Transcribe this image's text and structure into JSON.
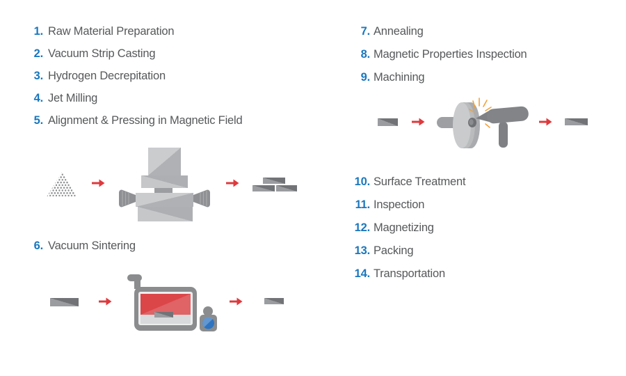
{
  "page": {
    "background": "#FFFFFF"
  },
  "colors": {
    "accent_blue": "#1A77BE",
    "text_gray": "#56585A",
    "arrow_red": "#DE3A3E",
    "machine_light": "#C9CACC",
    "machine_mid": "#ABADB0",
    "machine_dark": "#8A8C8E",
    "magnet_light": "#9A9CA0",
    "magnet_dark": "#717376",
    "furnace_red": "#DB4649",
    "furnace_tray": "#D9DADB",
    "gauge_blue": "#2E74C0",
    "spark_orange": "#EFA23B"
  },
  "icons": {
    "arrow_right": "→",
    "powder_pile": "dotted-triangle",
    "press_machine": "magnetic-press",
    "furnace": "vacuum-sintering-furnace",
    "grinder": "grinding-wheel-with-tool"
  },
  "process": {
    "left": {
      "steps": [
        {
          "num": "1.",
          "label": "Raw Material Preparation"
        },
        {
          "num": "2.",
          "label": "Vacuum Strip Casting"
        },
        {
          "num": "3.",
          "label": "Hydrogen Decrepitation"
        },
        {
          "num": "4.",
          "label": "Jet Milling"
        },
        {
          "num": "5.",
          "label": "Alignment & Pressing in Magnetic Field"
        }
      ],
      "sintering_step": {
        "num": "6.",
        "label": "Vacuum Sintering"
      }
    },
    "right": {
      "steps_top": [
        {
          "num": "7.",
          "label": "Annealing"
        },
        {
          "num": "8.",
          "label": "Magnetic Properties Inspection"
        },
        {
          "num": "9.",
          "label": "Machining"
        }
      ],
      "steps_bottom": [
        {
          "num": "10.",
          "label": "Surface Treatment"
        },
        {
          "num": "11.",
          "label": "Inspection"
        },
        {
          "num": "12.",
          "label": "Magnetizing"
        },
        {
          "num": "13.",
          "label": "Packing"
        },
        {
          "num": "14.",
          "label": "Transportation"
        }
      ]
    }
  }
}
